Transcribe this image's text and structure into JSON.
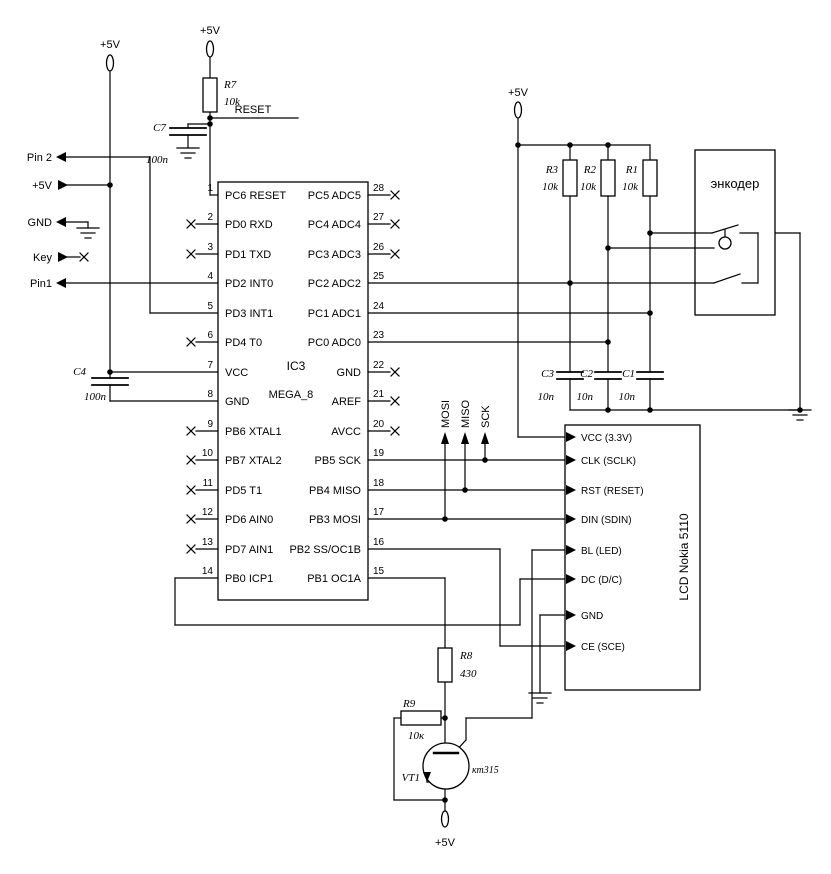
{
  "page": {
    "background": "#ffffff",
    "ink": "#000000"
  },
  "power_label": "+5V",
  "nets": {
    "reset": "RESET",
    "mosi": "MOSI",
    "miso": "MISO",
    "sck": "SCK"
  },
  "connectors": {
    "pin2": "Pin 2",
    "plus5v": "+5V",
    "gnd": "GND",
    "key": "Key",
    "pin1": "Pin1"
  },
  "ic": {
    "ref": "IC3",
    "part": "MEGA_8",
    "left_pins": [
      {
        "num": "1",
        "name": "PC6 RESET",
        "nc": false
      },
      {
        "num": "2",
        "name": "PD0 RXD",
        "nc": true
      },
      {
        "num": "3",
        "name": "PD1 TXD",
        "nc": true
      },
      {
        "num": "4",
        "name": "PD2 INT0",
        "nc": false
      },
      {
        "num": "5",
        "name": "PD3 INT1",
        "nc": false
      },
      {
        "num": "6",
        "name": "PD4 T0",
        "nc": true
      },
      {
        "num": "7",
        "name": "VCC",
        "nc": false
      },
      {
        "num": "8",
        "name": "GND",
        "nc": false
      },
      {
        "num": "9",
        "name": "PB6 XTAL1",
        "nc": true
      },
      {
        "num": "10",
        "name": "PB7 XTAL2",
        "nc": true
      },
      {
        "num": "11",
        "name": "PD5 T1",
        "nc": true
      },
      {
        "num": "12",
        "name": "PD6 AIN0",
        "nc": true
      },
      {
        "num": "13",
        "name": "PD7 AIN1",
        "nc": true
      },
      {
        "num": "14",
        "name": "PB0 ICP1",
        "nc": false
      }
    ],
    "right_pins": [
      {
        "num": "28",
        "name": "PC5 ADC5",
        "nc": true
      },
      {
        "num": "27",
        "name": "PC4 ADC4",
        "nc": true
      },
      {
        "num": "26",
        "name": "PC3 ADC3",
        "nc": true
      },
      {
        "num": "25",
        "name": "PC2 ADC2",
        "nc": false
      },
      {
        "num": "24",
        "name": "PC1 ADC1",
        "nc": false
      },
      {
        "num": "23",
        "name": "PC0 ADC0",
        "nc": false
      },
      {
        "num": "22",
        "name": "GND",
        "nc": true
      },
      {
        "num": "21",
        "name": "AREF",
        "nc": true
      },
      {
        "num": "20",
        "name": "AVCC",
        "nc": true
      },
      {
        "num": "19",
        "name": "PB5 SCK",
        "nc": false
      },
      {
        "num": "18",
        "name": "PB4 MISO",
        "nc": false
      },
      {
        "num": "17",
        "name": "PB3 MOSI",
        "nc": false
      },
      {
        "num": "16",
        "name": "PB2 SS/OC1B",
        "nc": false
      },
      {
        "num": "15",
        "name": "PB1 OC1A",
        "nc": false
      }
    ]
  },
  "lcd": {
    "label": "LCD Nokia 5110",
    "pins": [
      "VCC (3.3V)",
      "CLK (SCLK)",
      "RST (RESET)",
      "DIN (SDIN)",
      "BL (LED)",
      "DC (D/C)",
      "GND",
      "CE (SCE)"
    ]
  },
  "encoder": {
    "label": "энкодер"
  },
  "components": {
    "r7": {
      "ref": "R7",
      "value": "10k"
    },
    "r3": {
      "ref": "R3",
      "value": "10k"
    },
    "r2": {
      "ref": "R2",
      "value": "10k"
    },
    "r1": {
      "ref": "R1",
      "value": "10k"
    },
    "r8": {
      "ref": "R8",
      "value": "430"
    },
    "r9": {
      "ref": "R9",
      "value": "10к"
    },
    "c7": {
      "ref": "C7",
      "value": "100n"
    },
    "c4": {
      "ref": "C4",
      "value": "100n"
    },
    "c3": {
      "ref": "C3",
      "value": "10n"
    },
    "c2": {
      "ref": "C2",
      "value": "10n"
    },
    "c1": {
      "ref": "C1",
      "value": "10n"
    },
    "vt1": {
      "ref": "VT1",
      "part": "кт315"
    }
  }
}
